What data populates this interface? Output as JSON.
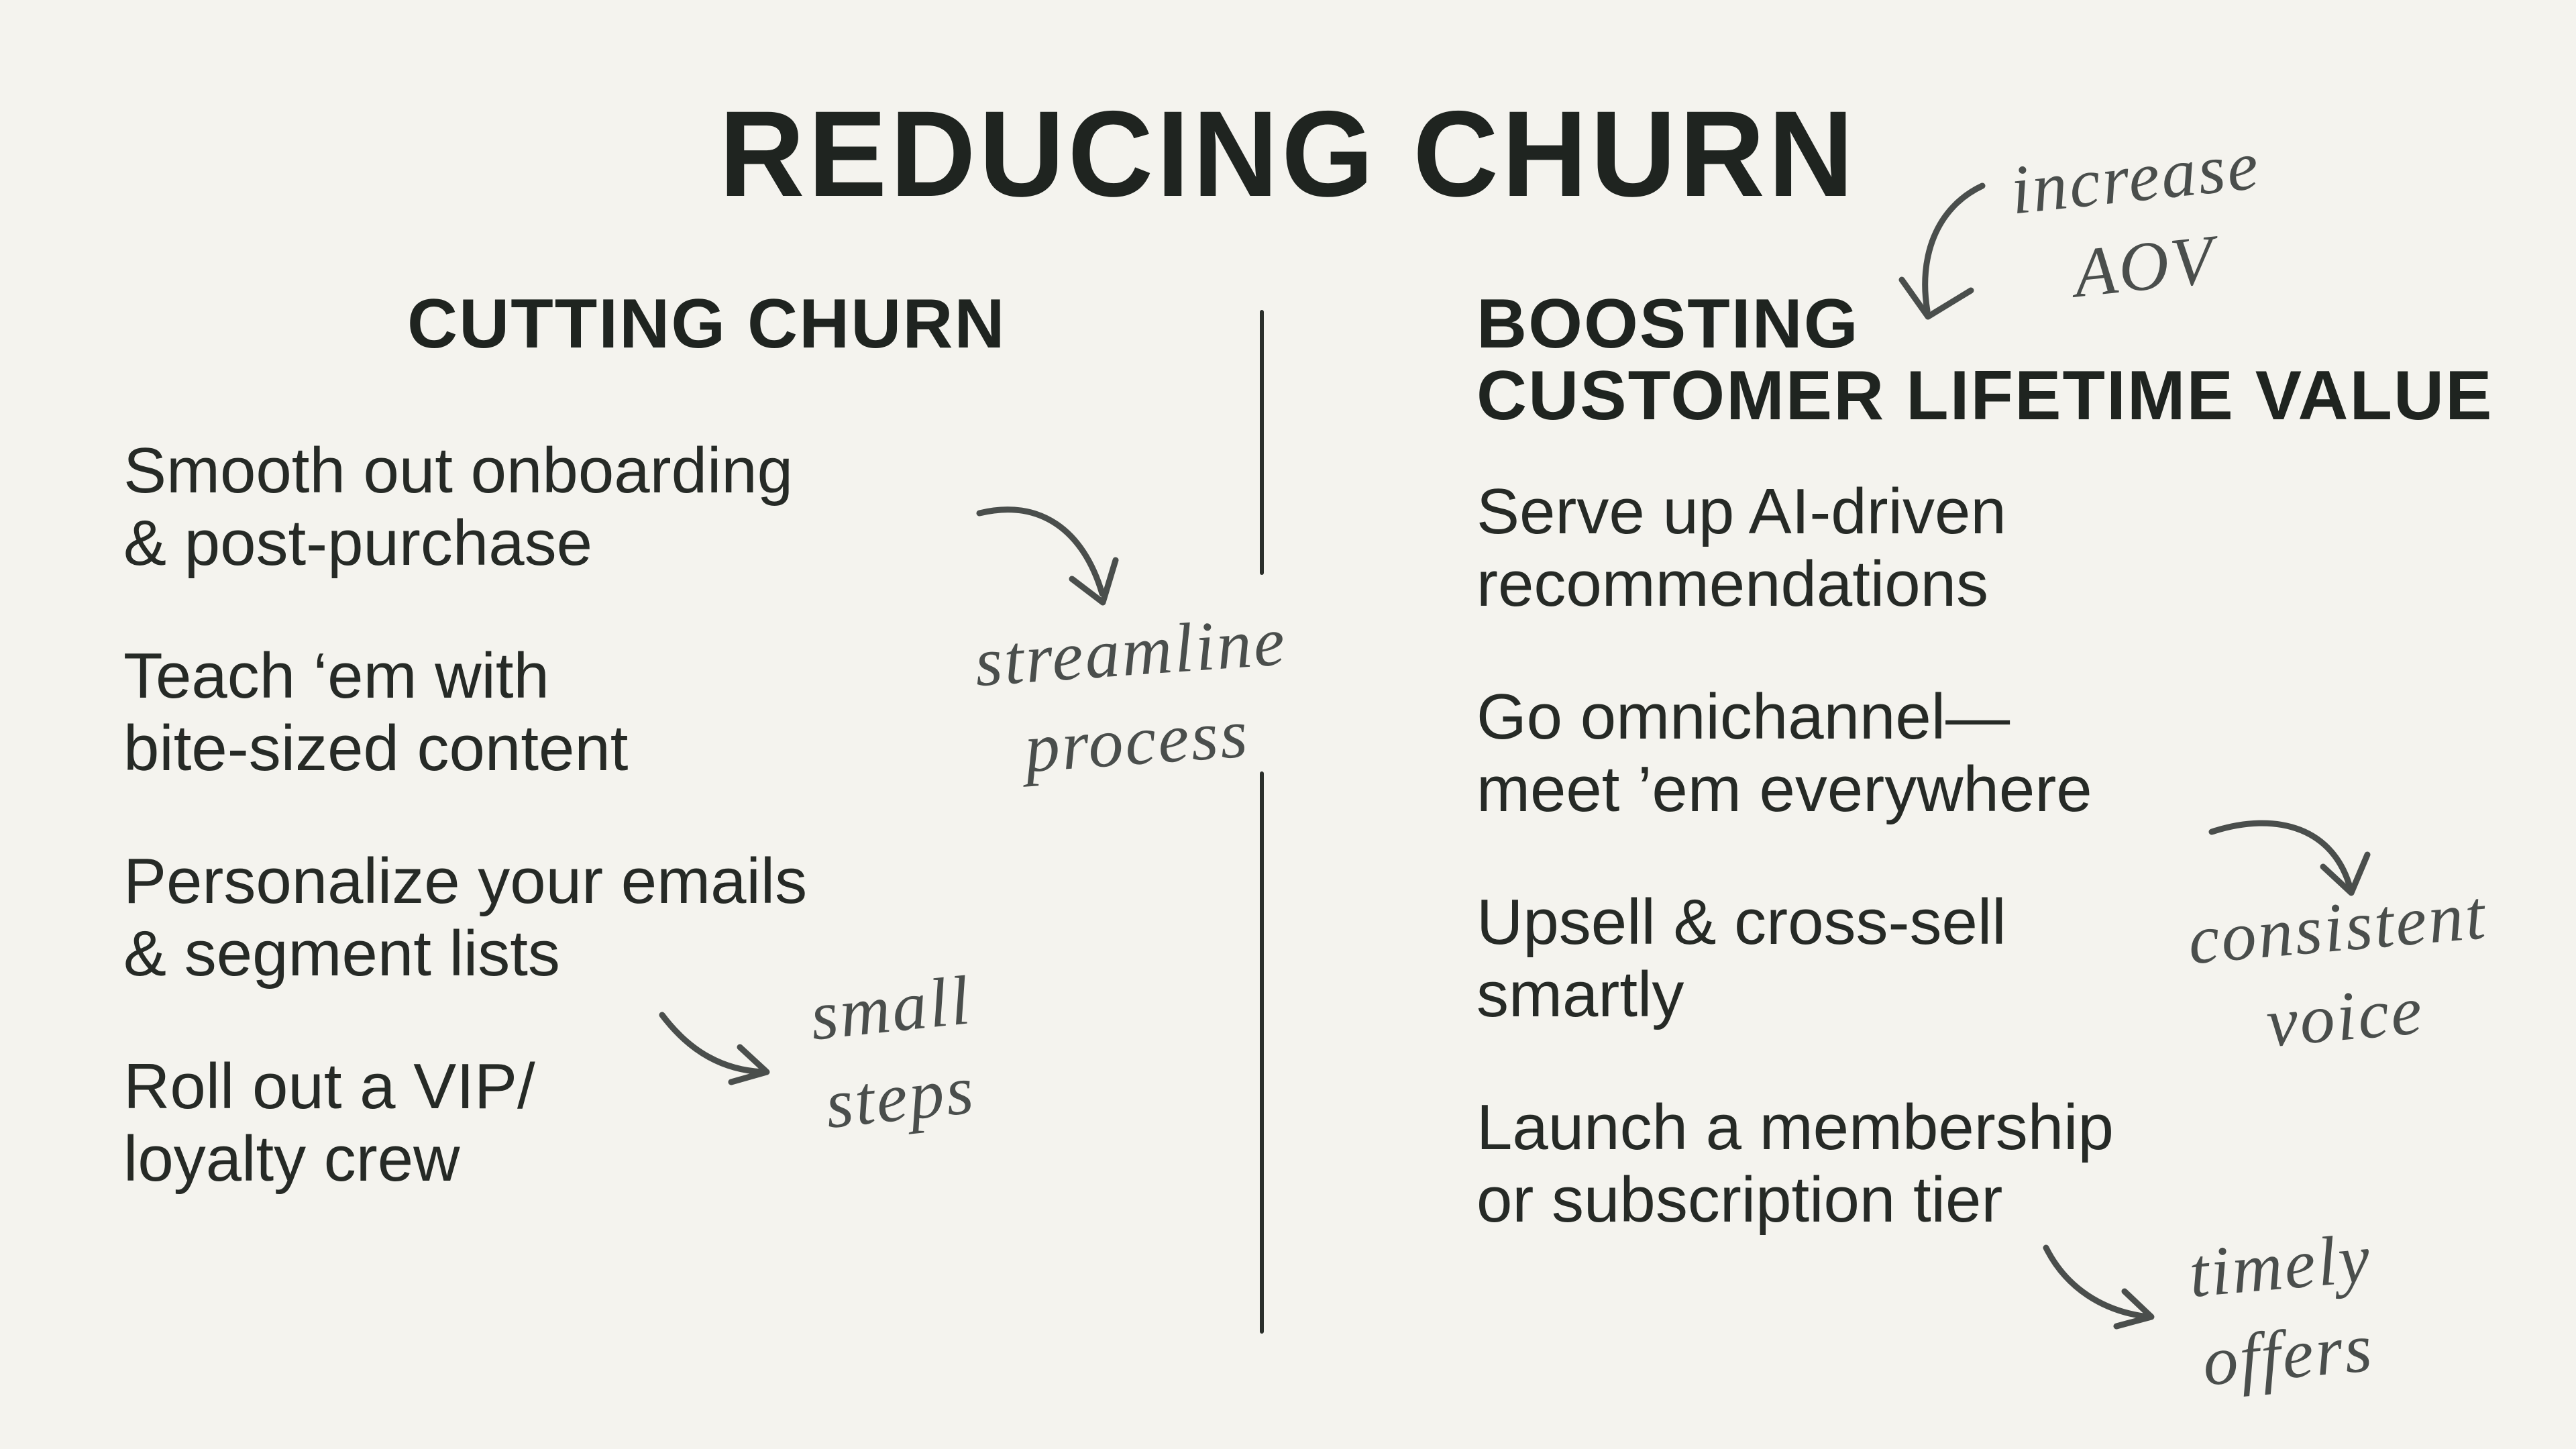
{
  "colors": {
    "background": "#f4f3ee",
    "ink": "#212621",
    "heading_ink": "#1f2420",
    "hand_ink": "#4a4e4c",
    "divider": "#2b2f2b"
  },
  "title": "REDUCING CHURN",
  "columns": [
    {
      "heading_lines": [
        "CUTTING CHURN"
      ],
      "items": [
        {
          "lines": [
            "Smooth out onboarding",
            "& post-purchase"
          ]
        },
        {
          "lines": [
            "Teach ‘em with",
            "bite-sized content"
          ]
        },
        {
          "lines": [
            "Personalize your emails",
            "& segment lists"
          ]
        },
        {
          "lines": [
            "Roll out a VIP/",
            "loyalty crew"
          ]
        }
      ]
    },
    {
      "heading_lines": [
        "BOOSTING",
        "CUSTOMER LIFETIME VALUE"
      ],
      "items": [
        {
          "lines": [
            "Serve up AI-driven",
            "recommendations"
          ]
        },
        {
          "lines": [
            "Go omnichannel—",
            "meet ’em everywhere"
          ]
        },
        {
          "lines": [
            "Upsell & cross-sell",
            "smartly"
          ]
        },
        {
          "lines": [
            "Launch a membership",
            "or subscription tier"
          ]
        }
      ]
    }
  ],
  "annotations": [
    {
      "lines": [
        "increase",
        "AOV"
      ],
      "icon": "curved-arrow"
    },
    {
      "lines": [
        "streamline",
        "process"
      ],
      "icon": "curved-arrow"
    },
    {
      "lines": [
        "small",
        "steps"
      ],
      "icon": "curved-arrow"
    },
    {
      "lines": [
        "consistent",
        "voice"
      ],
      "icon": "curved-arrow"
    },
    {
      "lines": [
        "timely",
        "offers"
      ],
      "icon": "curved-arrow"
    }
  ]
}
